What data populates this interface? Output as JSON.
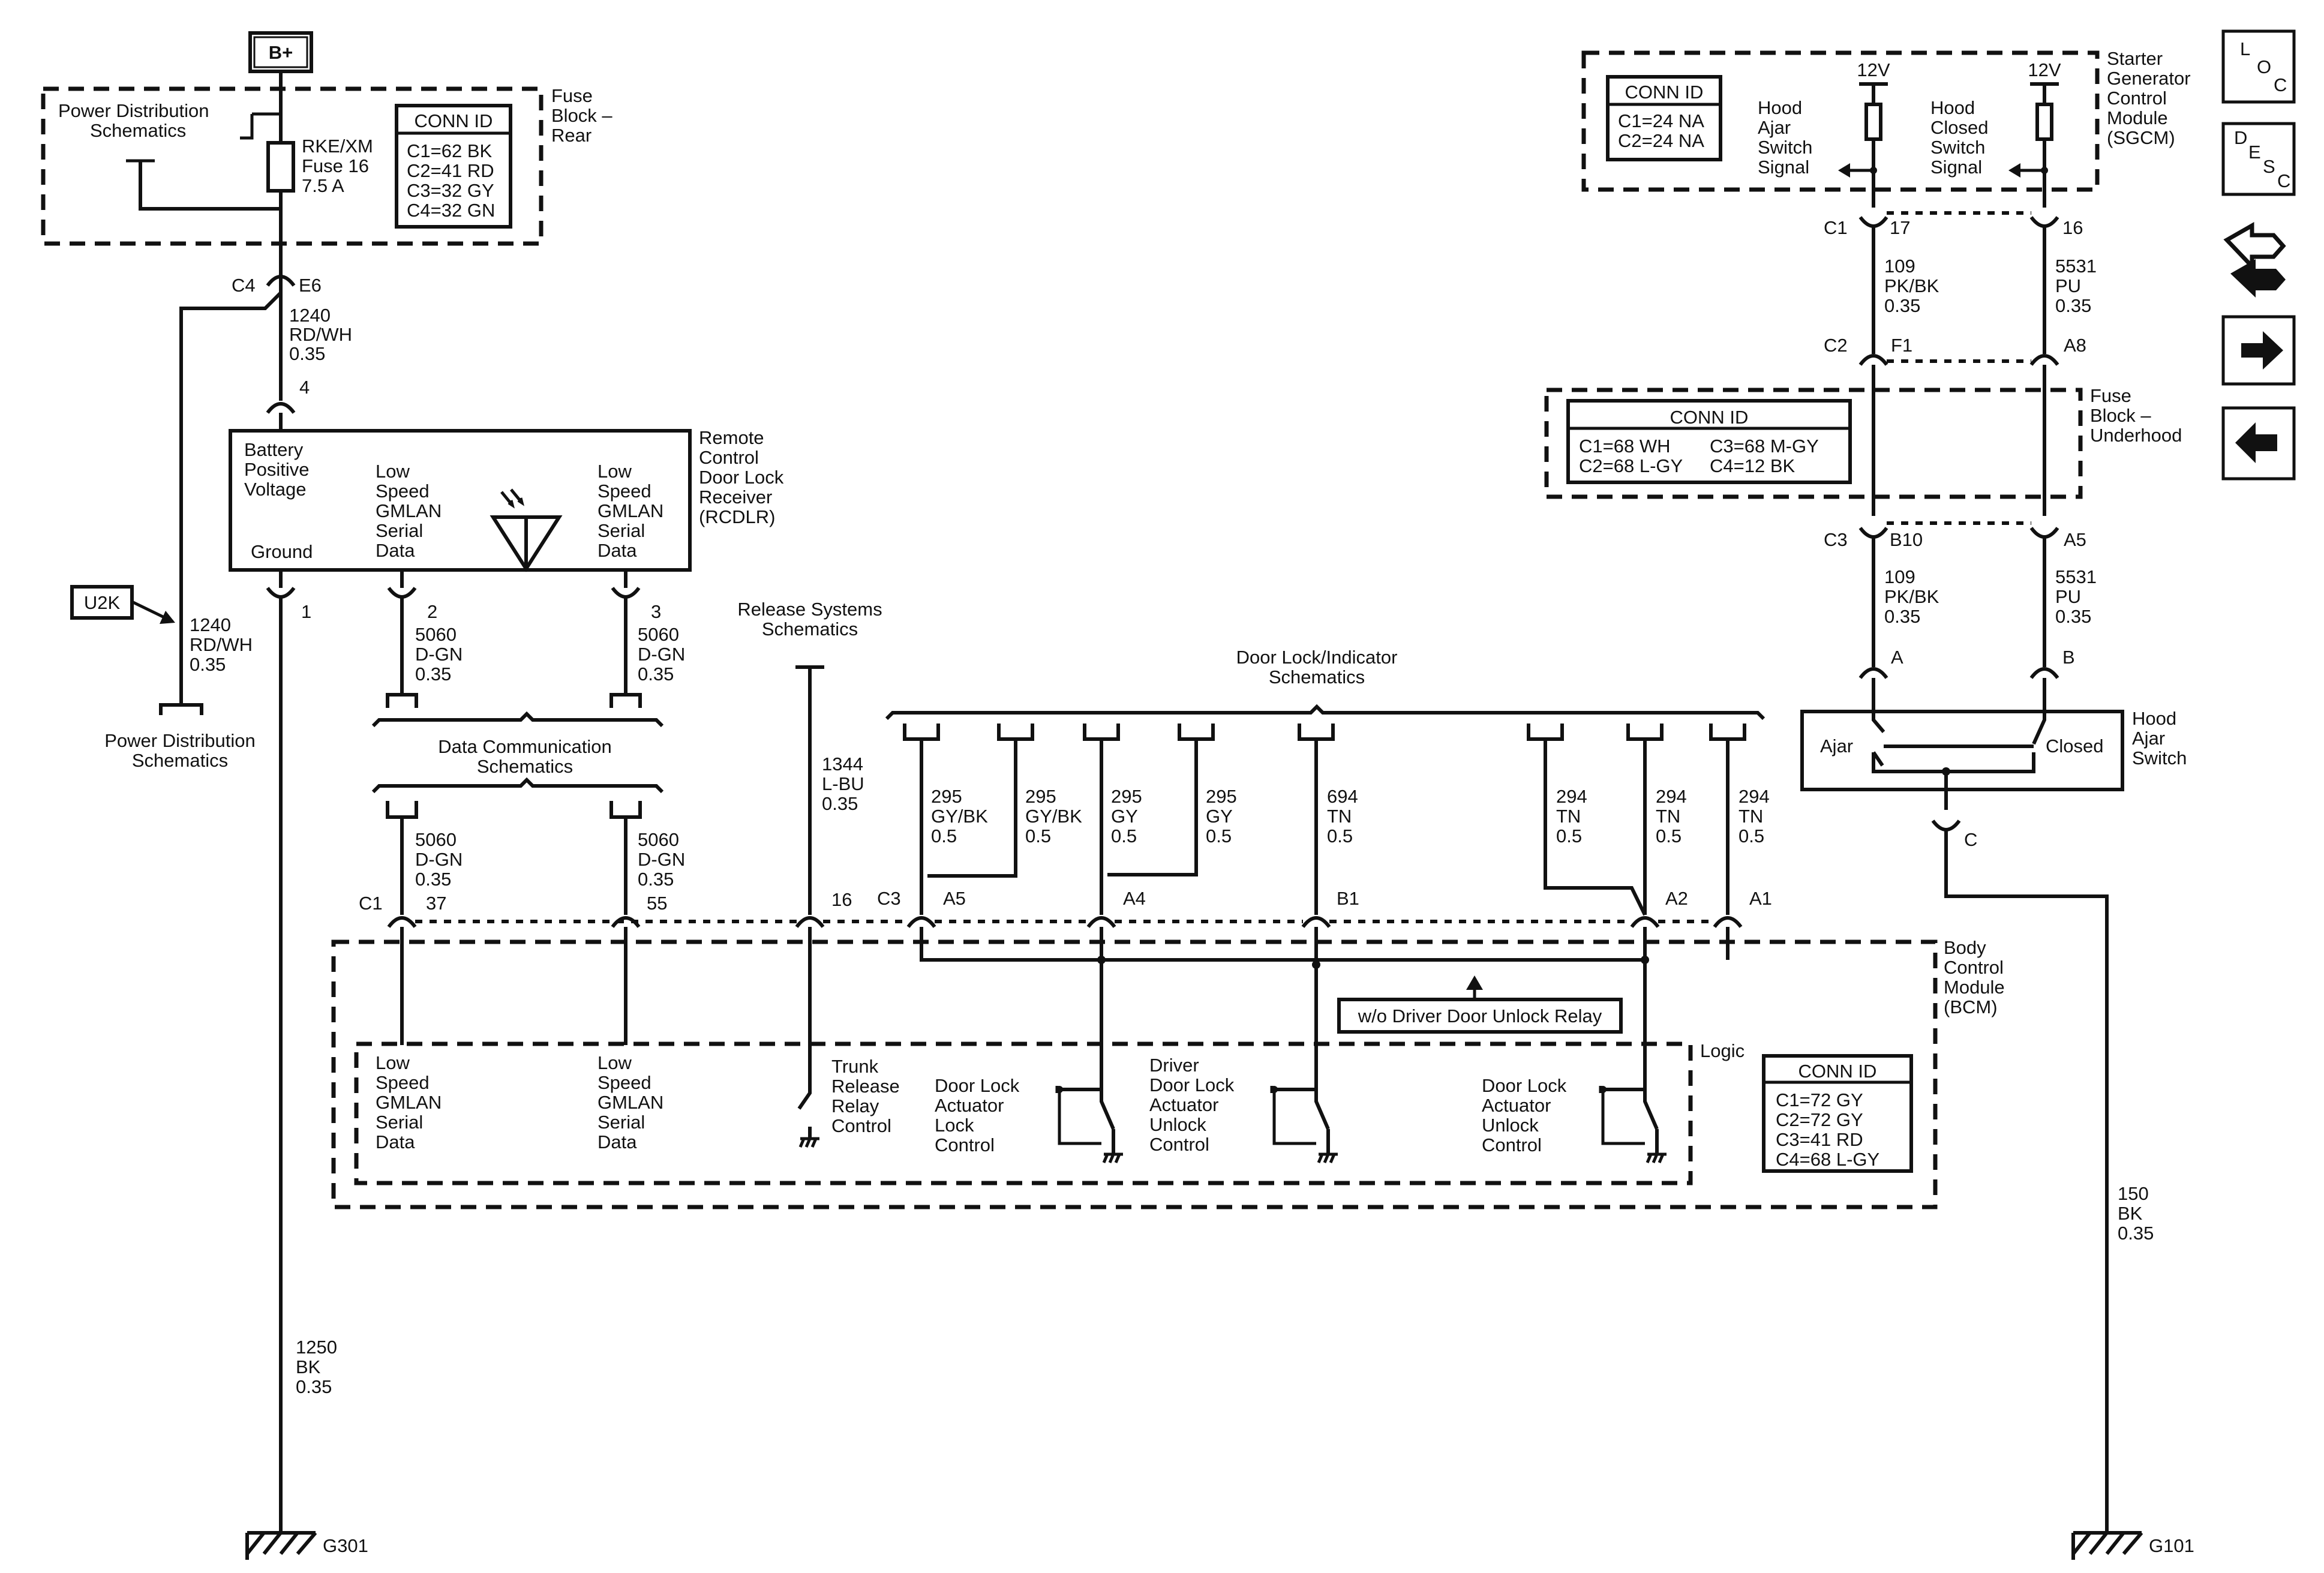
{
  "top": {
    "bplus": "B+",
    "v12": "12V"
  },
  "fuse_rear": {
    "title": [
      "Fuse",
      "Block –",
      "Rear"
    ],
    "pds": [
      "Power Distribution",
      "Schematics"
    ],
    "fuse": [
      "RKE/XM",
      "Fuse 16",
      "7.5 A"
    ],
    "conn_title": "CONN ID",
    "conn": [
      "C1=62 BK",
      "C2=41 RD",
      "C3=32 GY",
      "C4=32 GN"
    ],
    "c4": "C4",
    "e6": "E6"
  },
  "wires": {
    "w1240a": [
      "1240",
      "RD/WH",
      "0.35"
    ],
    "w1240b": [
      "1240",
      "RD/WH",
      "0.35"
    ],
    "w5060": [
      "5060",
      "D-GN",
      "0.35"
    ],
    "w1344": [
      "1344",
      "L-BU",
      "0.35"
    ],
    "w295bk": [
      "295",
      "GY/BK",
      "0.5"
    ],
    "w295gy": [
      "295",
      "GY",
      "0.5"
    ],
    "w694": [
      "694",
      "TN",
      "0.5"
    ],
    "w294": [
      "294",
      "TN",
      "0.5"
    ],
    "w1250": [
      "1250",
      "BK",
      "0.35"
    ],
    "w150": [
      "150",
      "BK",
      "0.35"
    ],
    "w109": [
      "109",
      "PK/BK",
      "0.35"
    ],
    "w5531": [
      "5531",
      "PU",
      "0.35"
    ]
  },
  "rcdlr": {
    "title": [
      "Remote",
      "Control",
      "Door Lock",
      "Receiver",
      "(RCDLR)"
    ],
    "battery": [
      "Battery",
      "Positive",
      "Voltage"
    ],
    "ground": "Ground",
    "gmlan": [
      "Low",
      "Speed",
      "GMLAN",
      "Serial",
      "Data"
    ],
    "pin4": "4",
    "pin1": "1",
    "pin2": "2",
    "pin3": "3"
  },
  "u2k": "U2K",
  "pds2": [
    "Power Distribution",
    "Schematics"
  ],
  "datacomm": [
    "Data Communication",
    "Schematics"
  ],
  "release": [
    "Release Systems",
    "Schematics"
  ],
  "doorlock": [
    "Door Lock/Indicator",
    "Schematics"
  ],
  "bcm": {
    "title": [
      "Body",
      "Control",
      "Module",
      "(BCM)"
    ],
    "logic": "Logic",
    "relay_note": "w/o Driver Door Unlock Relay",
    "c1": "C1",
    "p37": "37",
    "p55": "55",
    "p16": "16",
    "c3": "C3",
    "a5": "A5",
    "a4": "A4",
    "b1": "B1",
    "a2": "A2",
    "a1": "A1",
    "gmlan": [
      "Low",
      "Speed",
      "GMLAN",
      "Serial",
      "Data"
    ],
    "trunk": [
      "Trunk",
      "Release",
      "Relay",
      "Control"
    ],
    "lock": [
      "Door Lock",
      "Actuator",
      "Lock",
      "Control"
    ],
    "driver": [
      "Driver",
      "Door Lock",
      "Actuator",
      "Unlock",
      "Control"
    ],
    "unlock": [
      "Door Lock",
      "Actuator",
      "Unlock",
      "Control"
    ],
    "conn_title": "CONN ID",
    "conn": [
      "C1=72 GY",
      "C2=72 GY",
      "C3=41 RD",
      "C4=68 L-GY"
    ]
  },
  "grounds": {
    "g301": "G301",
    "g101": "G101"
  },
  "sgcm": {
    "title": [
      "Starter",
      "Generator",
      "Control",
      "Module",
      "(SGCM)"
    ],
    "conn_title": "CONN ID",
    "conn": [
      "C1=24 NA",
      "C2=24 NA"
    ],
    "ajar": [
      "Hood",
      "Ajar",
      "Switch",
      "Signal"
    ],
    "closed": [
      "Hood",
      "Closed",
      "Switch",
      "Signal"
    ],
    "c1": "C1",
    "p17": "17",
    "p16": "16"
  },
  "underhood": {
    "title": [
      "Fuse",
      "Block –",
      "Underhood"
    ],
    "conn_title": "CONN ID",
    "conn_a": [
      "C1=68 WH",
      "C2=68 L-GY"
    ],
    "conn_b": [
      "C3=68 M-GY",
      "C4=12 BK"
    ],
    "c2": "C2",
    "f1": "F1",
    "a8": "A8",
    "c3": "C3",
    "b10": "B10",
    "a5": "A5"
  },
  "hood_switch": {
    "title": [
      "Hood",
      "Ajar",
      "Switch"
    ],
    "ajar": "Ajar",
    "closed": "Closed",
    "a": "A",
    "b": "B",
    "c": "C"
  },
  "side_nav": {
    "loc": [
      "L",
      "O",
      "C"
    ],
    "desc": [
      "D",
      "E",
      "S",
      "C"
    ],
    "icons": [
      "connector-icon",
      "arrow-right-icon",
      "arrow-left-icon"
    ]
  }
}
